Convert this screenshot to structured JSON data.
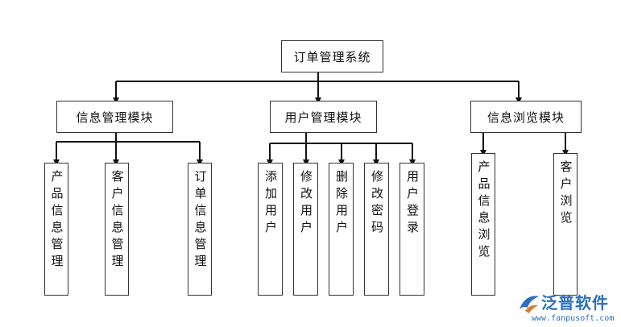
{
  "root": {
    "label": "订单管理系统"
  },
  "modules": [
    {
      "label": "信息管理模块",
      "children": [
        "产品信息管理",
        "客户信息管理",
        "订单信息管理"
      ]
    },
    {
      "label": "用户管理模块",
      "children": [
        "添加用户",
        "修改用户",
        "删除用户",
        "修改密码",
        "用户登录"
      ]
    },
    {
      "label": "信息浏览模块",
      "children": [
        "产品信息浏览",
        "客户浏览"
      ]
    }
  ],
  "watermark": {
    "brand": "泛普软件",
    "url": "www.fanpusoft.com",
    "color": "#2a6fc0",
    "logo_icon": "bird-logo-icon"
  }
}
